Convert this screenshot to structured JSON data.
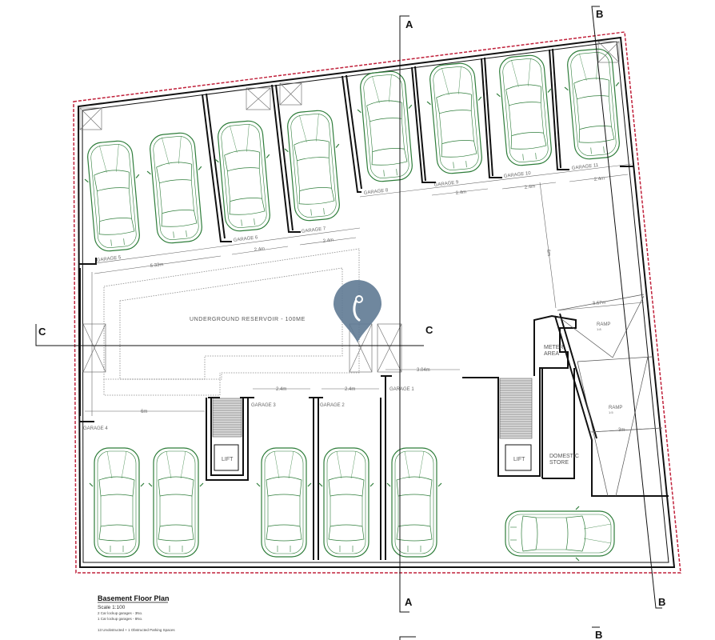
{
  "title_block": {
    "title": "Basement Floor Plan",
    "scale": "Scale 1:100",
    "note_1": "2 Car lockup garages - 3No.",
    "note_2": "1 Car lockup garages - 8No.",
    "summary": "13 Unobstructed + 1 Obstructed Parking Spaces"
  },
  "garages": [
    "GARAGE 1",
    "GARAGE 2",
    "GARAGE 3",
    "GARAGE 4",
    "GARAGE 5",
    "GARAGE 6",
    "GARAGE 7",
    "GARAGE 8",
    "GARAGE 9",
    "GARAGE 10",
    "GARAGE 11"
  ],
  "rooms": {
    "reservoir": "UNDERGROUND RESERVOIR - 100ME",
    "meter_1": "METER",
    "meter_2": "AREA",
    "lift_1": "LIFT",
    "lift_2": "LIFT",
    "store_1": "DOMESTIC",
    "store_2": "STORE",
    "ramp_1": "RAMP",
    "ramp_1_grade": "1:8",
    "ramp_2": "RAMP",
    "ramp_2_grade": "1:5"
  },
  "dimensions": {
    "d_533": "5.33m",
    "d_g6": "2.4m",
    "d_g7": "2.4m",
    "d_g9": "2.4m",
    "d_g10": "2.4m",
    "d_g11": "2.4m",
    "d_g3": "2.4m",
    "d_g2": "2.4m",
    "d_304": "3.04m",
    "d_6m_bottom": "6m",
    "d_6m_vertical": "6m",
    "d_367": "3.67m",
    "d_3m": "3m"
  },
  "sections": {
    "a_top": "A",
    "a_bottom": "A",
    "b_top": "B",
    "b_bottom": "B",
    "b_extra": "B",
    "c_left": "C",
    "c_right": "C"
  },
  "colors": {
    "boundary": "#c0203a",
    "car": "#2e7d3a",
    "wall": "#111111",
    "marker": "#5f7a94"
  }
}
